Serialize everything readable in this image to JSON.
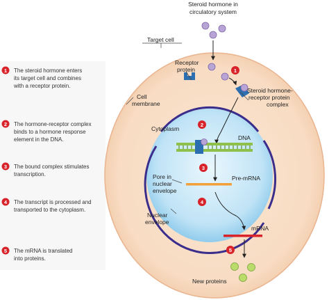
{
  "steps": [
    {
      "number": "1",
      "lines": [
        "The steroid hormone enters",
        "its target cell and combines",
        "with a receptor protein."
      ]
    },
    {
      "number": "2",
      "lines": [
        "The hormone-receptor complex",
        "binds to a hormone response",
        "element in the DNA."
      ]
    },
    {
      "number": "3",
      "lines": [
        "The bound complex stimulates",
        "transcription."
      ]
    },
    {
      "number": "4",
      "lines": [
        "The transcript is processed and",
        "transported to the cytoplasm."
      ]
    },
    {
      "number": "5",
      "lines": [
        "The mRNA is translated",
        "into proteins."
      ]
    }
  ],
  "labels": {
    "hormone": [
      "Steroid hormone in",
      "circulatory system"
    ],
    "target_cell": "Target cell",
    "receptor": [
      "Receptor",
      "protein"
    ],
    "complex": [
      "Steroid hormone-",
      "receptor protein",
      "complex"
    ],
    "cell_membrane": [
      "Cell",
      "membrane"
    ],
    "cytoplasm": "Cytoplasm",
    "dna": "DNA",
    "pore": [
      "Pore in",
      "nuclear",
      "envelope"
    ],
    "pre_mrna": "Pre-mRNA",
    "nuclear_envelope": [
      "Nuclear",
      "envelope"
    ],
    "mrna": "mRNA",
    "new_proteins": "New proteins"
  },
  "colors": {
    "cell_fill": "#f8dcc3",
    "cell_edge": "#e9b48f",
    "nucleus_edge": "#3a2d8c",
    "nucleus_fill": "#bfe3f6",
    "hormone": "#b9a4d6",
    "receptor": "#2b6fb0",
    "step_badge": "#d8232a",
    "dna": "#8fc14a",
    "pre_mrna": "#f2a03a",
    "mrna": "#d8232a",
    "protein": "#b9dc6a"
  }
}
